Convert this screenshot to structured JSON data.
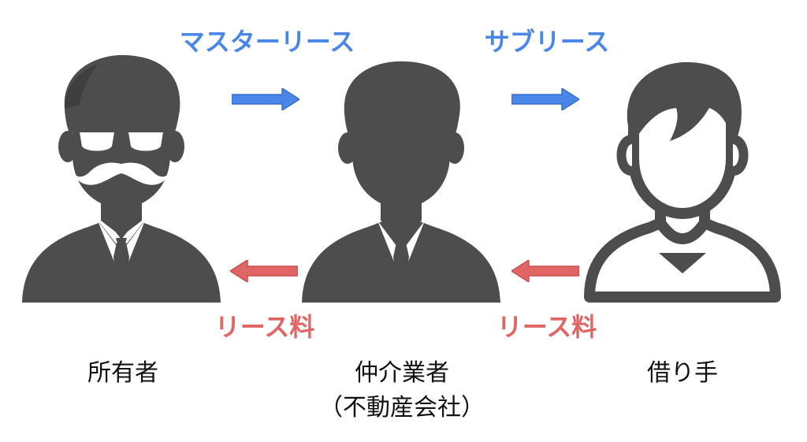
{
  "colors": {
    "figure": "#4d4d4d",
    "outline": "#4d4d4d",
    "blue": "#4a86e8",
    "red": "#e06666",
    "text": "#111111"
  },
  "flows": {
    "master_lease": "マスターリース",
    "sublease": "サブリース",
    "lease_fee_left": "リース料",
    "lease_fee_right": "リース料"
  },
  "roles": {
    "owner": "所有者",
    "broker": "仲介業者",
    "broker_sub": "（不動産会社）",
    "tenant": "借り手"
  },
  "icons": {
    "owner": "man-glasses-mustache-icon",
    "broker": "businessman-icon",
    "tenant": "person-outline-icon"
  }
}
